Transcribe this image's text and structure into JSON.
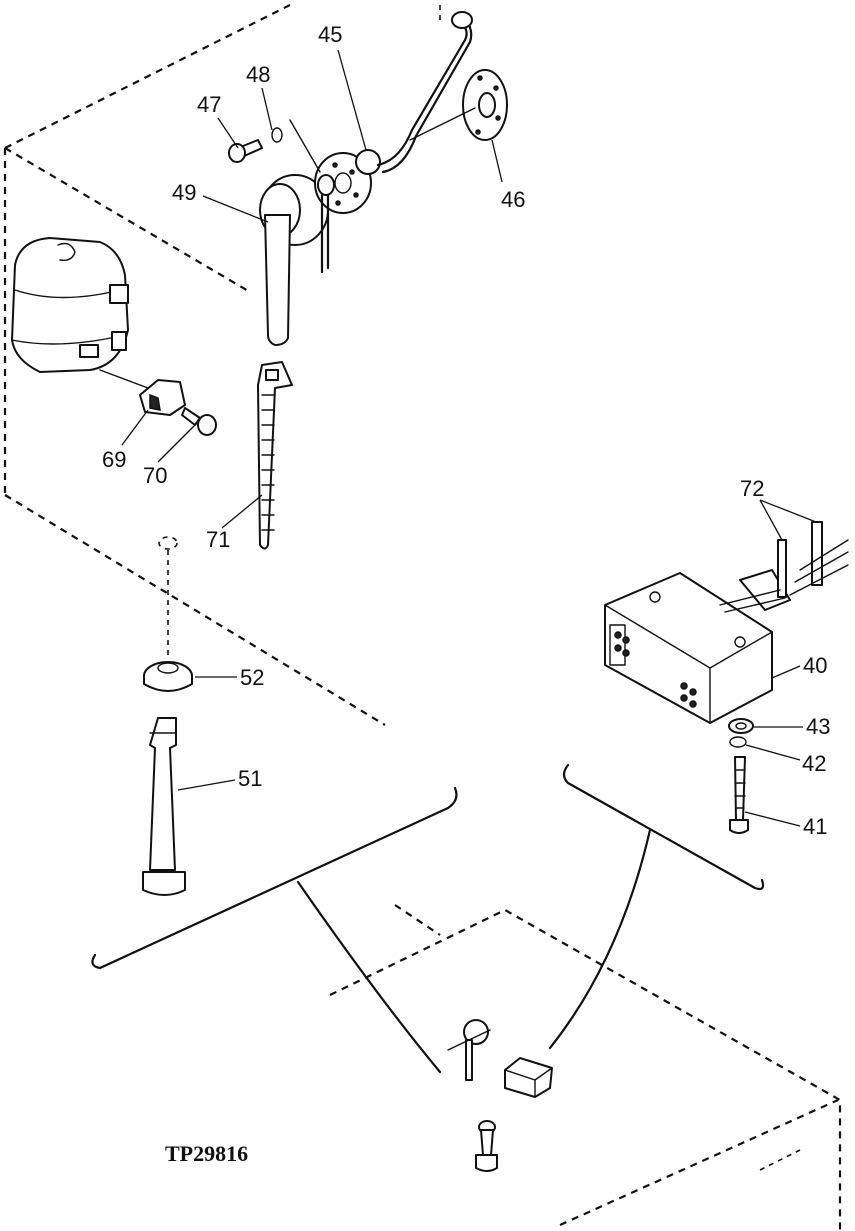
{
  "figure_id": "TP29816",
  "callouts": {
    "c40": "40",
    "c41": "41",
    "c42": "42",
    "c43": "43",
    "c45": "45",
    "c46": "46",
    "c47": "47",
    "c48": "48",
    "c49": "49",
    "c51": "51",
    "c52": "52",
    "c69": "69",
    "c70": "70",
    "c71": "71",
    "c72": "72"
  }
}
